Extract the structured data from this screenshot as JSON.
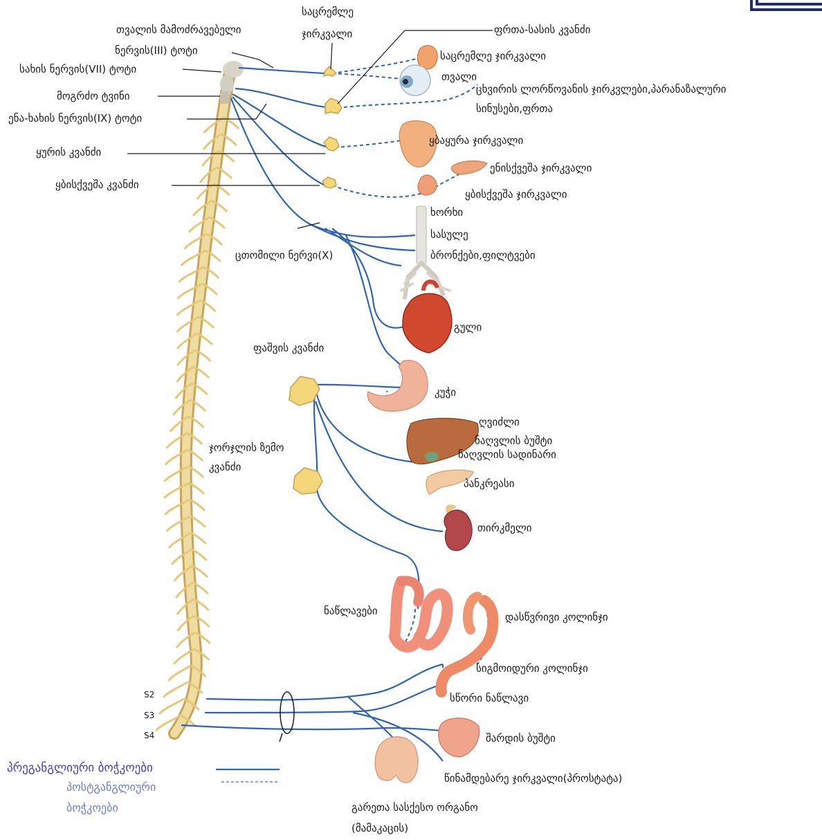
{
  "labels": {
    "eye_motor_nerve_1": "თვალის მამოძრავებელი",
    "eye_motor_nerve_2": "ნერვის(III) ტოტი",
    "lacrimal_gland_top_1": "საცრემლე",
    "lacrimal_gland_top_2": "ჯირკვალი",
    "pterygopalatine_ganglion": "ფრთა-სასის კვანძი",
    "lacrimal_gland": "საცრემლე ჯირკვალი",
    "eye": "თვალი",
    "nasal_glands": "ცხვირის ლორწოვანის ჯირკვლები,პარანაზალური",
    "nasal_glands_2": "სინუსები,ფრთა",
    "facial_nerve": "სახის ნერვის(VII) ტოტი",
    "medulla": "მოგრძო ტვინი",
    "glossopharyngeal_nerve": "ენა-ხახის ნერვის(IX) ტოტი",
    "otic_ganglion": "ყურის კვანძი",
    "submandibular_ganglion": "ყბისქვეშა კვანძი",
    "parotid_gland": "ყბაყურა ჯირკვალი",
    "sublingual_gland": "ენისქვეშა ჯირკვალი",
    "submandibular_gland": "ყბისქვეშა ჯირკვალი",
    "larynx": "ხორხი",
    "trachea": "სასულე",
    "bronchi_lungs": "ბრონქები,ფილტვები",
    "vagus_nerve": "ცთომილი ნერვი(X)",
    "heart": "გული",
    "celiac_ganglion": "ფაშვის კვანძი",
    "stomach": "კუჭი",
    "liver": "ღვიძლი",
    "gallbladder": "ნაღვლის ბუშტი",
    "bile_ducts": "ნაღვლის სადინარი",
    "mesenteric_ganglion_1": "ჯორჯლის ზემო",
    "mesenteric_ganglion_2": "კვანძი",
    "pancreas": "პანკრეასი",
    "kidney": "თირკმელი",
    "intestines": "ნაწლავები",
    "descending_colon": "დასწვრივი კოლინჯი",
    "sigmoid_colon": "სიგმოიდური კოლინჯი",
    "rectum": "სწორი ნაწლავი",
    "bladder": "შარდის ბუშტი",
    "prostate": "წინამდებარე ჯირკვალი(პროსტატა)",
    "genitals_1": "გარეთა სასქესო ორგანო",
    "genitals_2": "(მამაკაცის)",
    "s2": "S2",
    "s3": "S3",
    "s4": "S4"
  },
  "legend": {
    "preganglionic": "პრეგანგლიური ბოჭკოები",
    "postganglionic_1": "პოსტგანგლიური",
    "postganglionic_2": "ბოჭკოები"
  },
  "colors": {
    "nerve_blue": "#2f64b3",
    "spine_yellow": "#efdca0",
    "ganglion_yellow": "#f3d77a",
    "organ_pink": "#e9a48c",
    "organ_orange": "#e98a55",
    "liver_brown": "#b96a3e",
    "kidney_red": "#b2484a",
    "heart_red": "#d0492f"
  }
}
